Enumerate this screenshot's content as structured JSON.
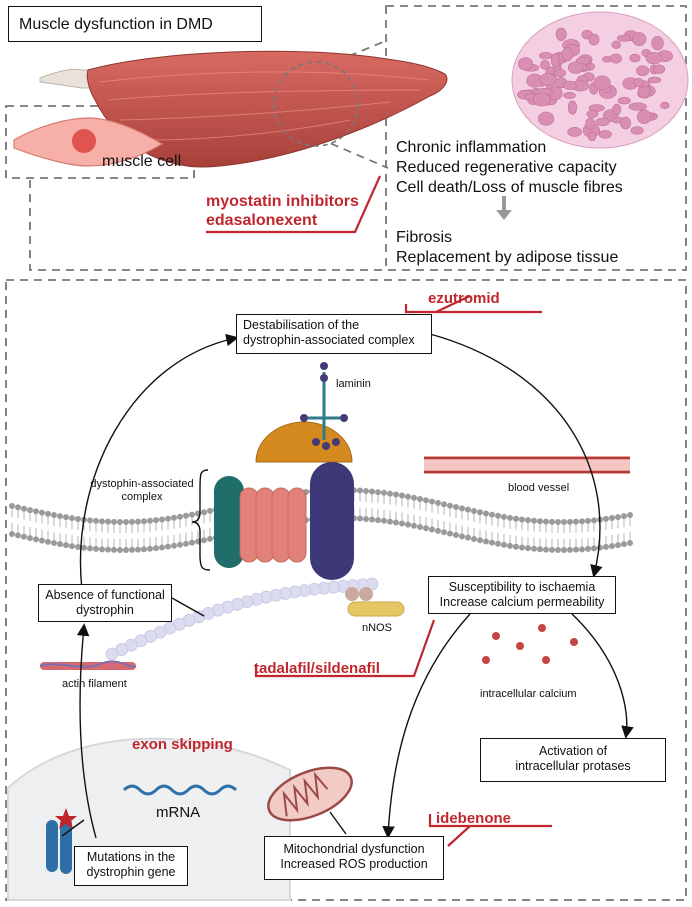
{
  "title": "Muscle dysfunction in DMD",
  "top": {
    "muscle_cell_label": "muscle cell",
    "drugs_top": [
      "myostatin inhibitors",
      "edasalonexent"
    ],
    "effects": [
      "Chronic inflammation",
      "Reduced regenerative capacity",
      "Cell death/Loss of muscle fibres"
    ],
    "outcomes": [
      "Fibrosis",
      "Replacement by adipose tissue"
    ]
  },
  "diagram": {
    "destab_box": [
      "Destabilisation of the",
      "dystrophin-associated complex"
    ],
    "drug_ezutromid": "ezutromid",
    "laminin": "laminin",
    "dac_label": [
      "dystophin-associated",
      "complex"
    ],
    "blood_vessel": "blood vessel",
    "absence_box": [
      "Absence of functional",
      "dystrophin"
    ],
    "ischaemia_box": [
      "Susceptibility to ischaemia",
      "Increase calcium permeability"
    ],
    "nnos": "nNOS",
    "actin": "actin filament",
    "drug_pde5": "tadalafil/sildenafil",
    "intracellular_calcium": "intracellular calcium",
    "drug_exon": "exon skipping",
    "mrna": "mRNA",
    "protease_box": [
      "Activation of",
      "intracellular protases"
    ],
    "drug_idebenone": "idebenone",
    "mito_box": [
      "Mitochondrial dysfunction",
      "Increased ROS production"
    ],
    "mutation_box": [
      "Mutations in the",
      "dystrophin gene"
    ]
  },
  "colors": {
    "drug_red": "#c0272d",
    "muscle": "#c9504a",
    "teal": "#1f6e6a",
    "salmon": "#e2807a",
    "purple": "#3d3878",
    "orange": "#d48a1f",
    "calcium": "#c54545"
  }
}
